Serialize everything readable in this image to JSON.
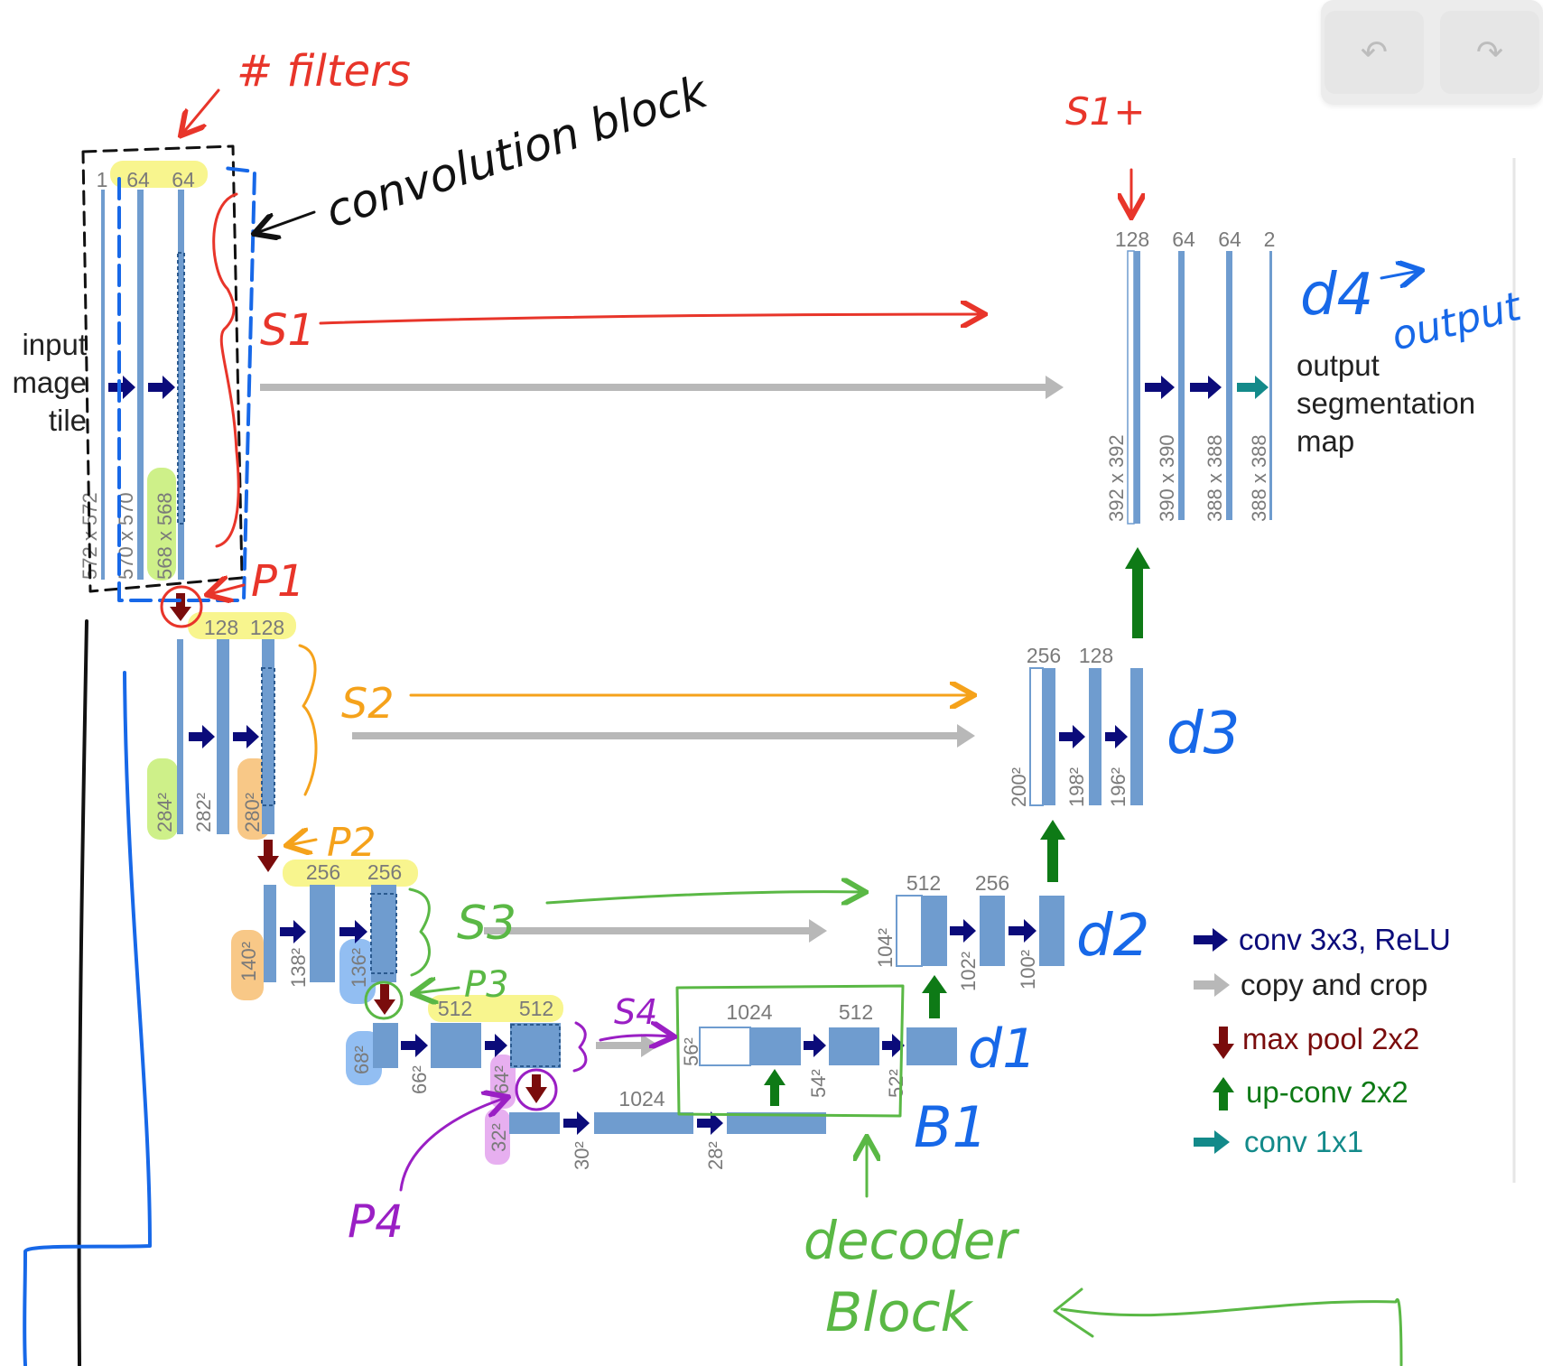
{
  "toolbar": {
    "undo_icon": "↶",
    "redo_icon": "↷"
  },
  "legend": {
    "conv": "conv 3x3, ReLU",
    "copy": "copy and crop",
    "pool": "max pool 2x2",
    "upconv": "up-conv 2x2",
    "conv1": "conv 1x1"
  },
  "colors": {
    "block": "#6f9ccf",
    "conv_arrow": "#0b0b7a",
    "copy_arrow": "#b8b8b8",
    "pool_arrow": "#7a0c0c",
    "upconv_arrow": "#0e7a16",
    "conv1_arrow": "#138a8a",
    "annot_red": "#e8352a",
    "annot_orange": "#f5a21b",
    "annot_green": "#5ab845",
    "annot_purple": "#9a1fc4",
    "annot_blue": "#1768e8"
  },
  "diagram": {
    "input_label": [
      "input",
      "mage",
      "tile"
    ],
    "output_label": [
      "output",
      "segmentation",
      "map"
    ],
    "filters": {
      "l1": [
        "1",
        "64",
        "64"
      ],
      "l2": [
        "128",
        "128"
      ],
      "l3": [
        "256",
        "256"
      ],
      "l4": [
        "512",
        "512"
      ],
      "bottom": [
        "1024"
      ],
      "u1": [
        "1024",
        "512"
      ],
      "u2": [
        "512",
        "256"
      ],
      "u3": [
        "256",
        "128"
      ],
      "u4": [
        "128",
        "64",
        "64",
        "2"
      ]
    },
    "sizes": {
      "l1": [
        "572 x 572",
        "570 x 570",
        "568 x 568"
      ],
      "l2": [
        "284²",
        "282²",
        "280²"
      ],
      "l3": [
        "140²",
        "138²",
        "136²"
      ],
      "l4": [
        "68²",
        "66²",
        "64²"
      ],
      "bottom": [
        "32²",
        "30²",
        "28²"
      ],
      "u1": [
        "56²",
        "54²",
        "52²"
      ],
      "u2": [
        "104²",
        "102²",
        "100²"
      ],
      "u3": [
        "200²",
        "198²",
        "196²"
      ],
      "u4": [
        "392 x 392",
        "390 x 390",
        "388 x 388",
        "388 x 388"
      ]
    }
  },
  "annotations": {
    "filters": "# filters",
    "conv_block": "convolution block",
    "s1": "S1",
    "s1plus": "S1+",
    "p1": "P1",
    "s2": "S2",
    "p2": "P2",
    "s3": "S3",
    "p3": "P3",
    "s4": "S4",
    "p4": "P4",
    "d4": "d4",
    "output": "output",
    "d3": "d3",
    "d2": "d2",
    "d1": "d1",
    "b1": "B1",
    "decoder": "decoder",
    "block": "Block"
  }
}
